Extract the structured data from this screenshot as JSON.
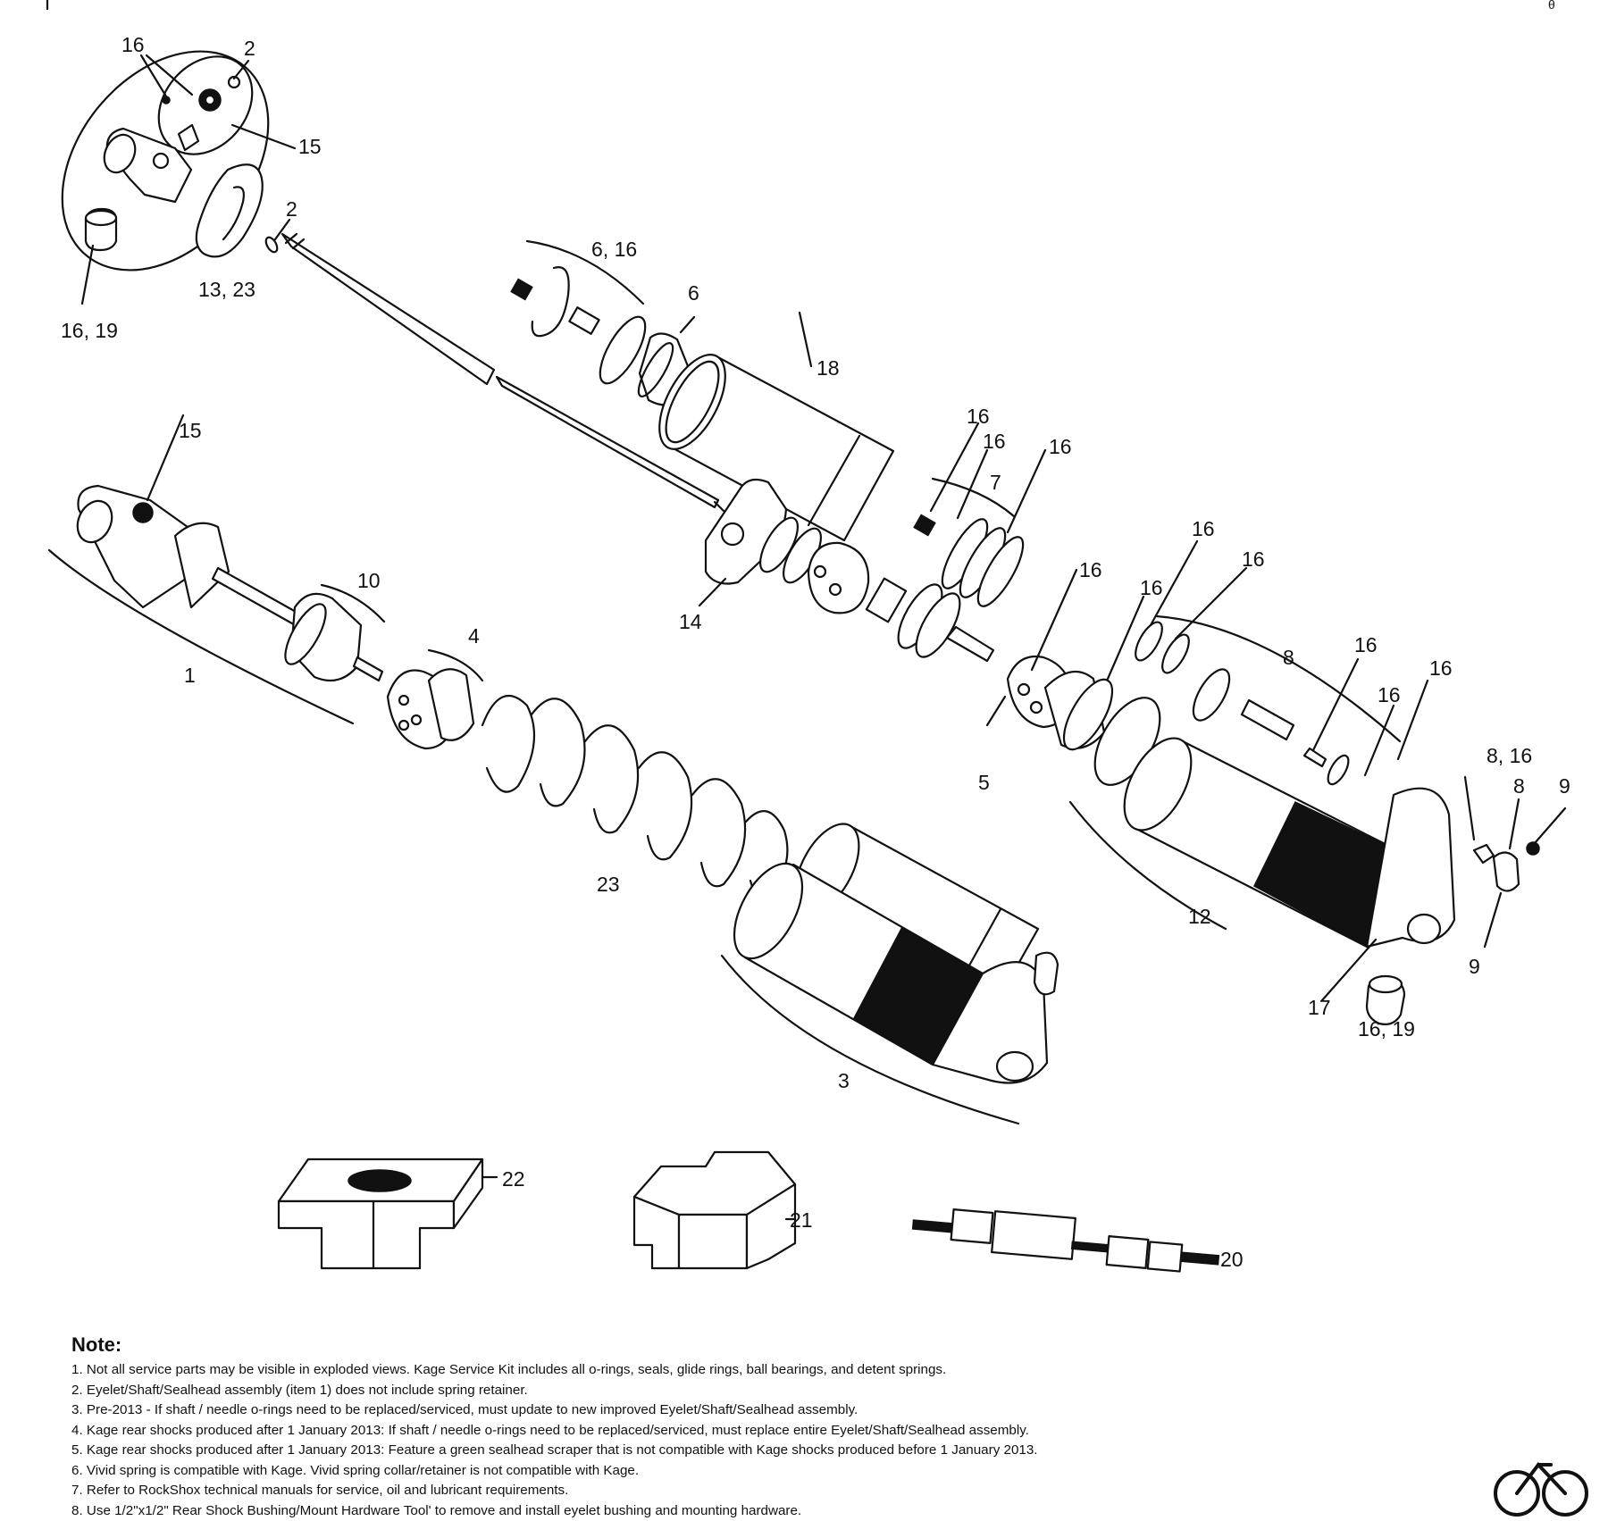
{
  "callouts": [
    {
      "id": "c-16-top",
      "text": "16"
    },
    {
      "id": "c-2-top",
      "text": "2"
    },
    {
      "id": "c-15-top",
      "text": "15"
    },
    {
      "id": "c-2-mid",
      "text": "2"
    },
    {
      "id": "c-13-23",
      "text": "13, 23"
    },
    {
      "id": "c-16-19-top",
      "text": "16, 19"
    },
    {
      "id": "c-6-16",
      "text": "6, 16"
    },
    {
      "id": "c-6",
      "text": "6"
    },
    {
      "id": "c-18",
      "text": "18"
    },
    {
      "id": "c-15-left",
      "text": "15"
    },
    {
      "id": "c-16-a",
      "text": "16"
    },
    {
      "id": "c-16-b",
      "text": "16"
    },
    {
      "id": "c-16-c",
      "text": "16"
    },
    {
      "id": "c-7",
      "text": "7"
    },
    {
      "id": "c-10",
      "text": "10"
    },
    {
      "id": "c-4",
      "text": "4"
    },
    {
      "id": "c-14",
      "text": "14"
    },
    {
      "id": "c-16-d",
      "text": "16"
    },
    {
      "id": "c-16-e",
      "text": "16"
    },
    {
      "id": "c-16-f",
      "text": "16"
    },
    {
      "id": "c-16-g",
      "text": "16"
    },
    {
      "id": "c-8",
      "text": "8"
    },
    {
      "id": "c-16-h",
      "text": "16"
    },
    {
      "id": "c-16-i",
      "text": "16"
    },
    {
      "id": "c-16-j",
      "text": "16"
    },
    {
      "id": "c-1",
      "text": "1"
    },
    {
      "id": "c-5",
      "text": "5"
    },
    {
      "id": "c-8-16",
      "text": "8, 16"
    },
    {
      "id": "c-8-right",
      "text": "8"
    },
    {
      "id": "c-9-top",
      "text": "9"
    },
    {
      "id": "c-23",
      "text": "23"
    },
    {
      "id": "c-12",
      "text": "12"
    },
    {
      "id": "c-9-bot",
      "text": "9"
    },
    {
      "id": "c-17",
      "text": "17"
    },
    {
      "id": "c-16-19-bot",
      "text": "16, 19"
    },
    {
      "id": "c-3",
      "text": "3"
    },
    {
      "id": "c-22",
      "text": "22"
    },
    {
      "id": "c-21",
      "text": "21"
    },
    {
      "id": "c-20",
      "text": "20"
    }
  ],
  "notes": {
    "title": "Note:",
    "items": [
      "1. Not all service parts may be visible in exploded views.  Kage Service Kit includes all o-rings, seals, glide rings, ball bearings, and detent springs.",
      "2. Eyelet/Shaft/Sealhead assembly (item 1) does not include spring retainer.",
      "3. Pre-2013 - If shaft / needle o-rings need to be replaced/serviced, must update to new improved Eyelet/Shaft/Sealhead assembly.",
      "4. Kage rear shocks produced after 1 January 2013: If shaft / needle o-rings need to be replaced/serviced, must replace entire Eyelet/Shaft/Sealhead assembly.",
      "5. Kage rear shocks produced after 1 January 2013: Feature a green sealhead scraper that is not compatible with Kage shocks produced before 1 January 2013.",
      "6. Vivid spring is compatible with Kage.  Vivid spring collar/retainer is not compatible with Kage.",
      "7. Refer to RockShox technical manuals for service, oil and lubricant requirements.",
      "8. Use 1/2\"x1/2\" Rear Shock Bushing/Mount Hardware Tool' to remove and install eyelet bushing and mounting hardware."
    ]
  }
}
